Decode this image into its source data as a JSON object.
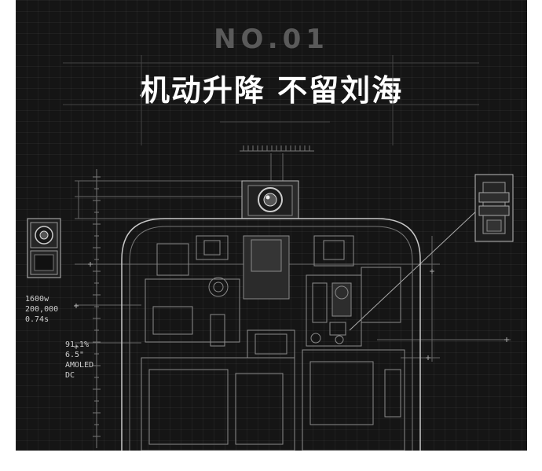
{
  "badge": {
    "label": "NO.01"
  },
  "headline": {
    "text": "机动升降 不留刘海"
  },
  "spec_left_top": [
    "1600w",
    "200,000",
    "0.74s"
  ],
  "spec_left_bottom": [
    "91.1%",
    "6.5\"",
    "AMOLED",
    "DC"
  ],
  "colors": {
    "background": "#151515",
    "line": "#9a9a9a",
    "text": "#ffffff",
    "badge": "#5a5a5a"
  }
}
